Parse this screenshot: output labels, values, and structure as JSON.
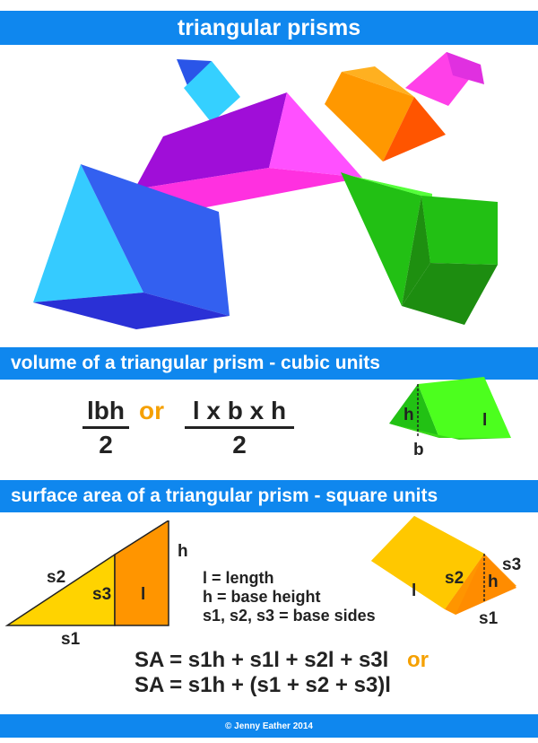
{
  "title": "triangular prisms",
  "volume_heading": "volume of a triangular prism - cubic units",
  "volume_formula_1": {
    "numerator": "lbh",
    "denominator": "2"
  },
  "volume_or": "or",
  "volume_formula_2": {
    "numerator": "l x b x h",
    "denominator": "2"
  },
  "volume_prism_labels": {
    "h": "h",
    "b": "b",
    "l": "l"
  },
  "surface_heading": "surface area of a triangular prism - square units",
  "net_labels": {
    "s2": "s2",
    "s3": "s3",
    "l": "l",
    "h": "h",
    "s1": "s1"
  },
  "definitions": [
    "l = length",
    "h = base height",
    "s1, s2, s3 = base sides"
  ],
  "sa_prism_labels": {
    "l": "l",
    "s2": "s2",
    "h": "h",
    "s3": "s3",
    "s1": "s1"
  },
  "sa_formula_1": "SA = s1h + s1l + s2l + s3l",
  "sa_or": "or",
  "sa_formula_2": "SA = s1h + (s1 + s2 + s3)l",
  "footer": "© Jenny Eather 2014",
  "colors": {
    "banner": "#0f87ee",
    "accent_or": "#f5a000",
    "prism_blue": "#3a6df2",
    "prism_cyan": "#35d5ff",
    "prism_purple": "#a010d8",
    "prism_magenta": "#ff45e6",
    "prism_orange": "#ff9d00",
    "prism_green": "#22c114",
    "volume_prism_green": "#4cff1e",
    "sa_prism_yellow": "#ffc800",
    "net_yellow": "#ffd300",
    "net_orange": "#ff9500"
  }
}
